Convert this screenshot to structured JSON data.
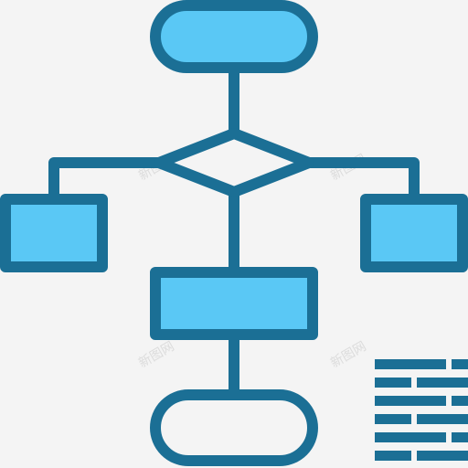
{
  "colors": {
    "background": "#f4f4f4",
    "stroke": "#1b6f95",
    "fill": "#5ac8f5",
    "terminal_end_fill": "#f4f4f4"
  },
  "watermark": "新图网",
  "icon": {
    "name": "flowchart-icon",
    "nodes": [
      {
        "id": "start",
        "shape": "rounded-terminal",
        "filled": true
      },
      {
        "id": "decision",
        "shape": "diamond",
        "filled": false
      },
      {
        "id": "left-process",
        "shape": "rectangle",
        "filled": true
      },
      {
        "id": "right-process",
        "shape": "rectangle",
        "filled": true
      },
      {
        "id": "middle-process",
        "shape": "rectangle",
        "filled": true
      },
      {
        "id": "end",
        "shape": "rounded-terminal",
        "filled": false
      }
    ],
    "edges": [
      [
        "start",
        "decision"
      ],
      [
        "decision",
        "left-process"
      ],
      [
        "decision",
        "right-process"
      ],
      [
        "decision",
        "middle-process"
      ],
      [
        "middle-process",
        "end"
      ]
    ],
    "corner_element": "brick-wall-icon"
  }
}
